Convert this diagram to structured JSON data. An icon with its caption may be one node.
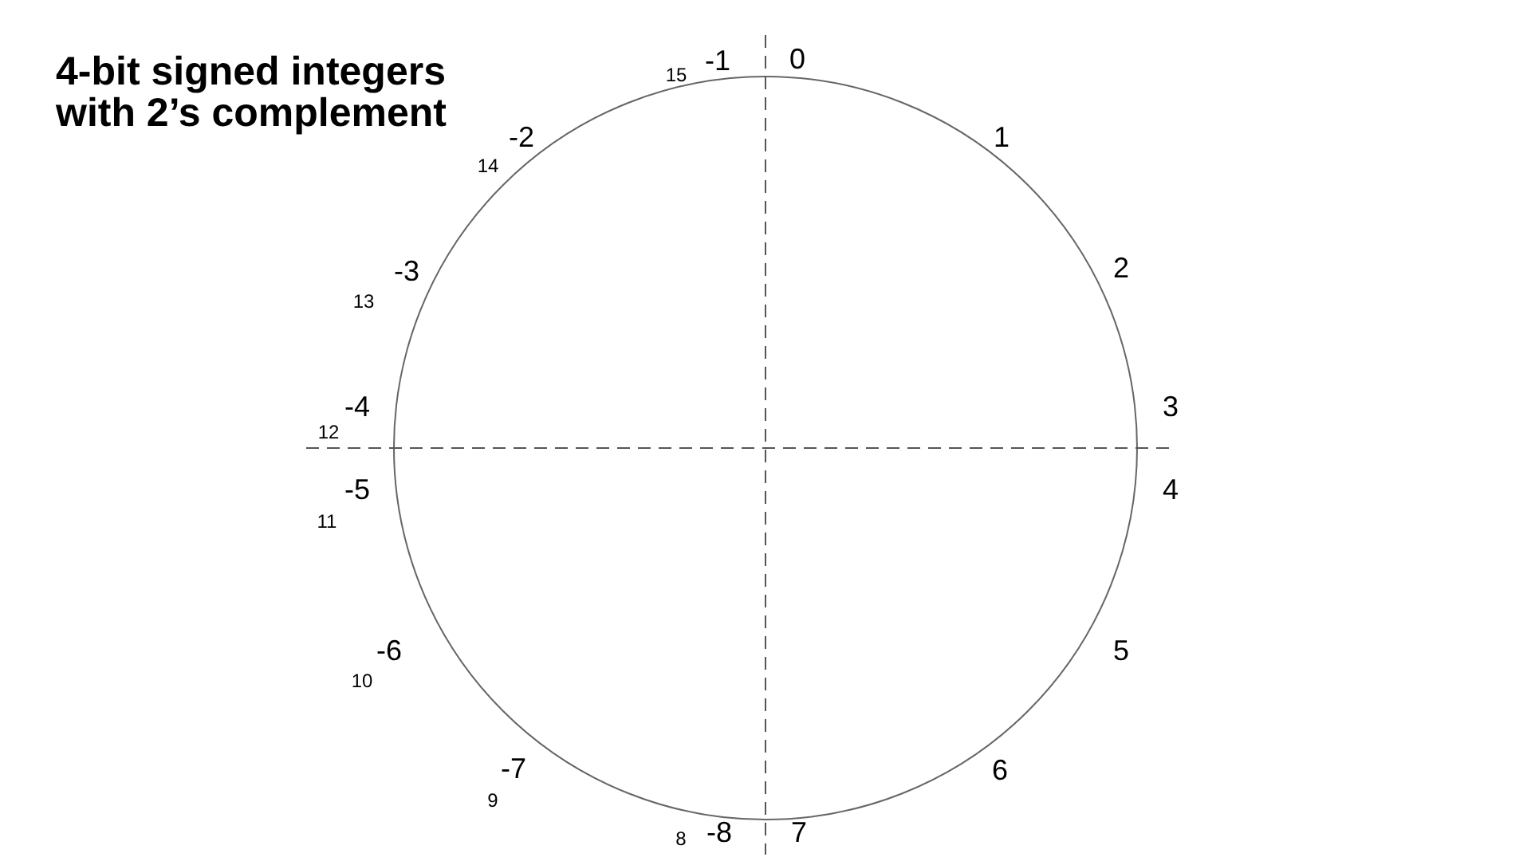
{
  "diagram": {
    "title": "4-bit signed integers with 2’s complement",
    "labels": [
      "15",
      "-1",
      "0",
      "-2",
      "1",
      "14",
      "-3",
      "2",
      "13",
      "-4",
      "3",
      "12",
      "-5",
      "4",
      "11",
      "-6",
      "5",
      "10",
      "-7",
      "6",
      "9",
      "8",
      "-8",
      "7"
    ]
  }
}
